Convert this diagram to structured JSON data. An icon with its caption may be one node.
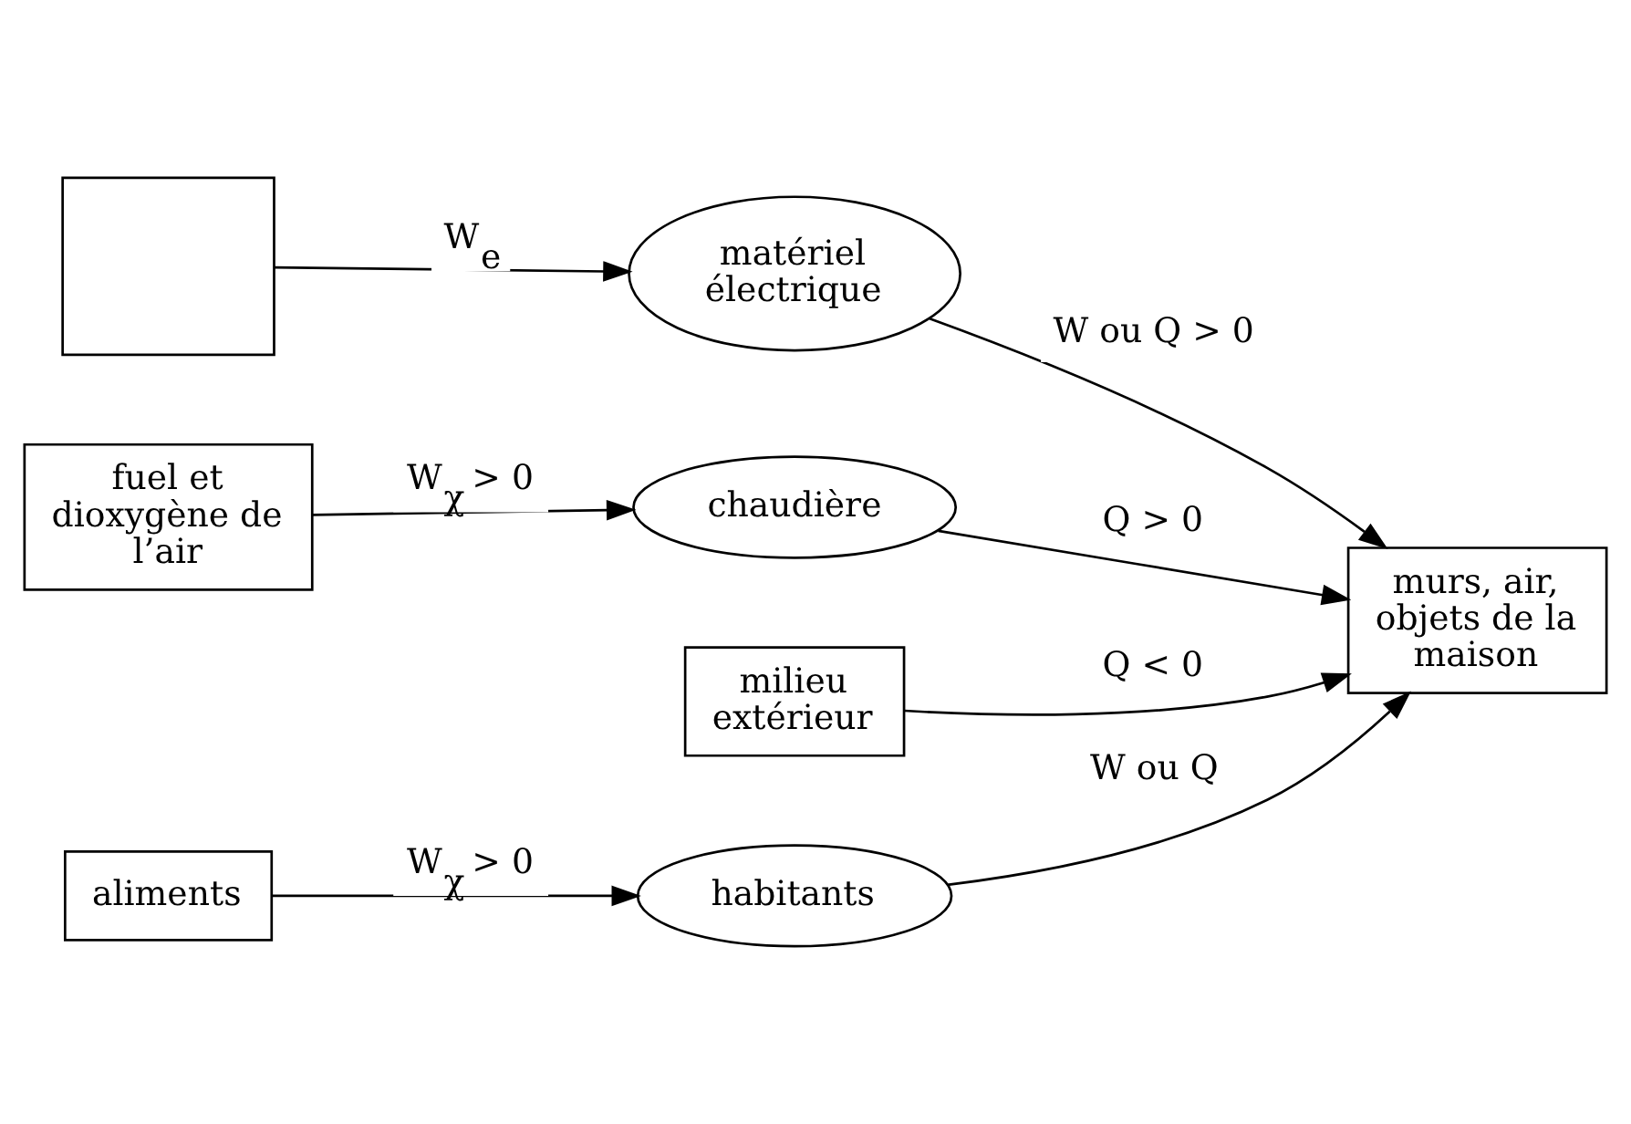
{
  "diagram": {
    "nodes": [
      {
        "text": [],
        "shape": "box"
      },
      {
        "text": [
          "matériel électrique"
        ]
      },
      {
        "text": [
          "chaudière"
        ]
      },
      {
        "text": [
          "murs, air, objets de la maison"
        ]
      },
      {
        "text": [
          "milieu extérieur"
        ]
      },
      {
        "text": [
          "fuel et dioxygène de l’air"
        ]
      },
      {
        "text": [
          "aliments"
        ]
      },
      {
        "text": [
          "habitants"
        ]
      }
    ],
    "edges": [
      {
        "from": 0,
        "to": 1,
        "arrow": "to",
        "label": "W$_{e}$"
      },
      {
        "from": 1,
        "to": 3,
        "arrow": "to",
        "label": "W ou Q > 0"
      },
      {
        "from": 2,
        "to": 3,
        "arrow": "to",
        "label": "Q > 0"
      },
      {
        "from": 4,
        "to": 3,
        "arrow": "to",
        "label": "Q < 0"
      },
      {
        "from": 5,
        "to": 2,
        "arrow": "to",
        "label": "W$_{χ}$ > 0"
      },
      {
        "from": 7,
        "to": 3,
        "arrow": "to",
        "label": "W ou Q"
      },
      {
        "from": 6,
        "to": 7,
        "arrow": "to",
        "label": "W$_{χ}$ > 0"
      }
    ]
  }
}
